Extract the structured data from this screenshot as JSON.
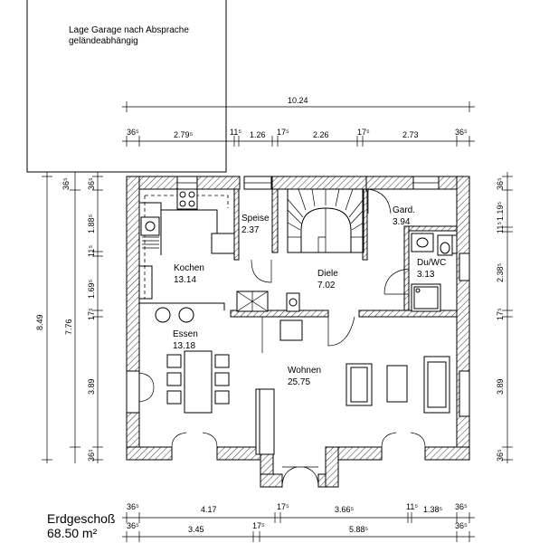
{
  "note": {
    "line1": "Lage Garage nach Absprache",
    "line2": "geländeabhängig"
  },
  "floor": {
    "name": "Erdgeschoß",
    "area": "68.50 m²"
  },
  "rooms": {
    "speise": {
      "name": "Speise",
      "area": "2.37"
    },
    "gard": {
      "name": "Gard.",
      "area": "3.94"
    },
    "duwc": {
      "name": "Du/WC",
      "area": "3.13"
    },
    "kochen": {
      "name": "Kochen",
      "area": "13.14"
    },
    "diele": {
      "name": "Diele",
      "area": "7.02"
    },
    "essen": {
      "name": "Essen",
      "area": "13.18"
    },
    "wohnen": {
      "name": "Wohnen",
      "area": "25.75"
    }
  },
  "dims": {
    "top_total": "10.24",
    "top": [
      "36⁵",
      "2.79⁵",
      "11⁵",
      "1.26",
      "17⁵",
      "2.26",
      "17⁵",
      "2.73",
      "36⁵"
    ],
    "bottom1": [
      "36⁵",
      "4.17",
      "17⁵",
      "3.66⁵",
      "11⁵",
      "1.38⁵",
      "36⁵"
    ],
    "bottom2": [
      "36⁵",
      "3.45",
      "17⁵",
      "5.88⁵",
      "36⁵"
    ],
    "left_total": "8.49",
    "left_mid": "7.76",
    "left": [
      "36⁵",
      "36⁵",
      "1.88⁵",
      "11⁵",
      "1.69⁵",
      "17⁵",
      "3.89",
      "36⁵"
    ],
    "right": [
      "36⁵",
      "1.19⁵",
      "11⁵",
      "2.38⁵",
      "17⁵",
      "3.89",
      "36⁵"
    ]
  }
}
